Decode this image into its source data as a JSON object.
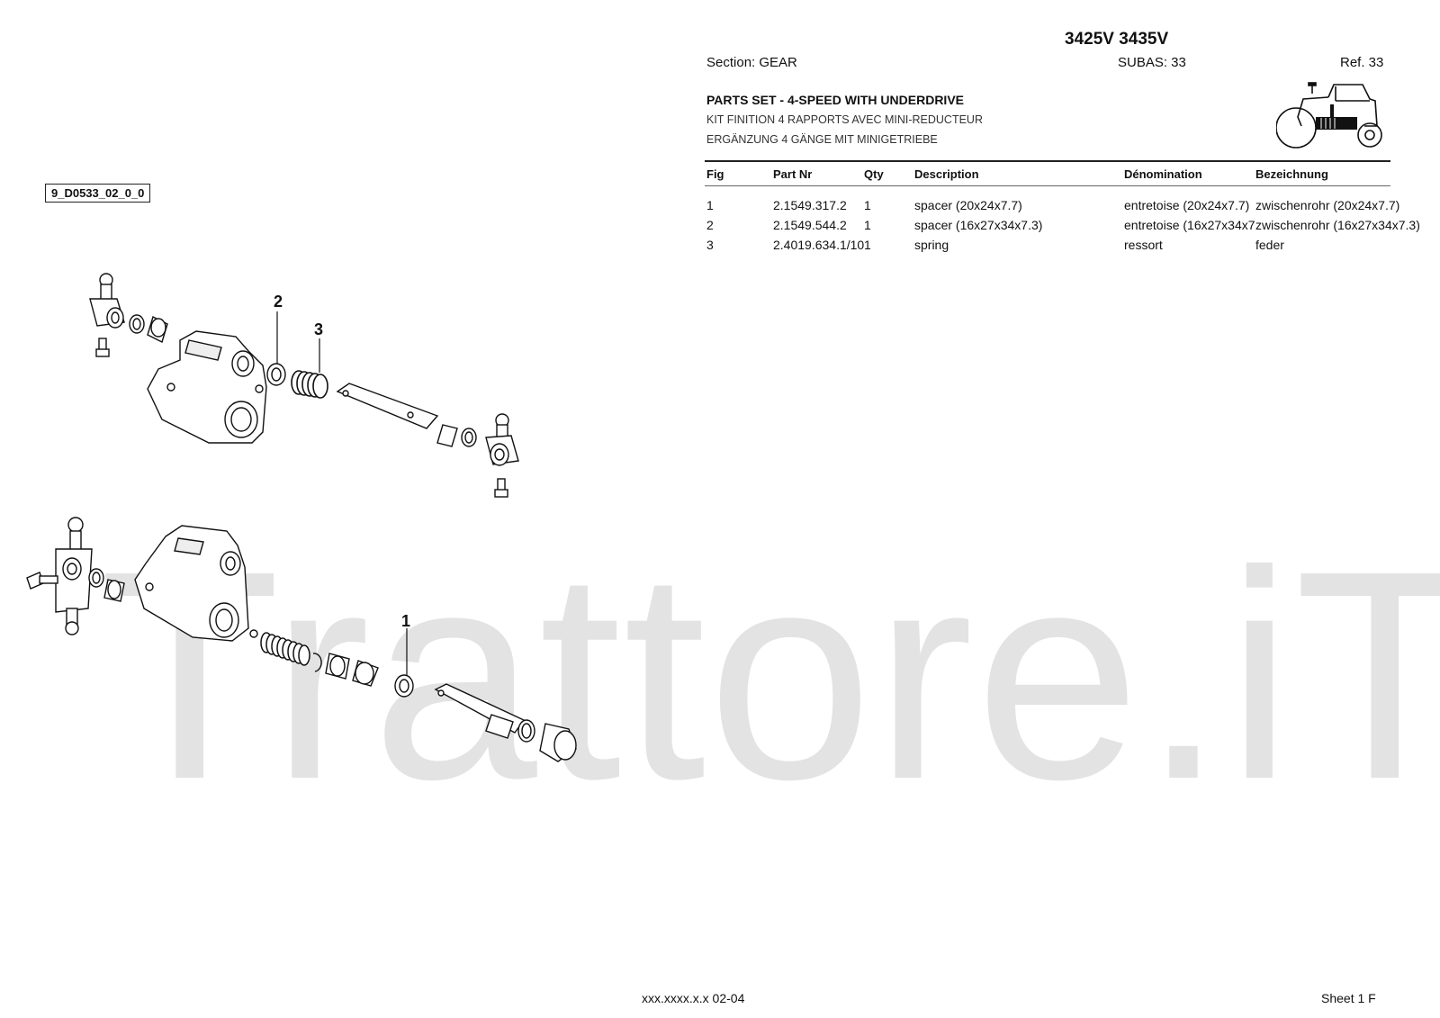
{
  "header": {
    "model": "3425V 3435V",
    "section": "Section: GEAR",
    "subas": "SUBAS: 33",
    "ref": "Ref. 33",
    "title_en": "PARTS SET - 4-SPEED WITH UNDERDRIVE",
    "title_fr": "KIT FINITION 4 RAPPORTS AVEC MINI-REDUCTEUR",
    "title_de": "ERGÄNZUNG 4 GÄNGE MIT MINIGETRIEBE"
  },
  "drawing_id": "9_D0533_02_0_0",
  "table": {
    "headers": {
      "fig": "Fig",
      "part": "Part Nr",
      "qty": "Qty",
      "desc": "Description",
      "den": "Dénomination",
      "bez": "Bezeichnung"
    },
    "rows": [
      {
        "fig": "1",
        "part": "2.1549.317.2",
        "qty": "1",
        "desc": "spacer (20x24x7.7)",
        "den": "entretoise (20x24x7.7)",
        "bez": "zwischenrohr (20x24x7.7)"
      },
      {
        "fig": "2",
        "part": "2.1549.544.2",
        "qty": "1",
        "desc": "spacer (16x27x34x7.3)",
        "den": "entretoise (16x27x34x7",
        "bez": "zwischenrohr (16x27x34x7.3)"
      },
      {
        "fig": "3",
        "part": "2.4019.634.1/10",
        "qty": "1",
        "desc": "spring",
        "den": "ressort",
        "bez": "feder"
      }
    ]
  },
  "callouts": {
    "one": "1",
    "two": "2",
    "three": "3"
  },
  "watermark": "Trattore.iT",
  "footer": {
    "code": "xxx.xxxx.x.x  02-04",
    "sheet": "Sheet 1 F"
  },
  "colors": {
    "ink": "#111111",
    "watermark": "#e3e3e3",
    "background": "#ffffff"
  },
  "icons": {
    "tractor": "tractor-icon"
  }
}
